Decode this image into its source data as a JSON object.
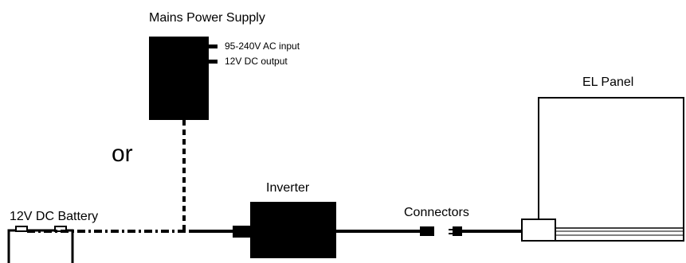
{
  "labels": {
    "mains_power_supply": "Mains Power Supply",
    "ac_input": "95-240V AC input",
    "dc_output": "12V DC output",
    "or": "or",
    "inverter": "Inverter",
    "battery": "12V DC Battery",
    "connectors": "Connectors",
    "el_panel": "EL Panel"
  },
  "colors": {
    "ink": "#000000",
    "background": "#ffffff"
  }
}
